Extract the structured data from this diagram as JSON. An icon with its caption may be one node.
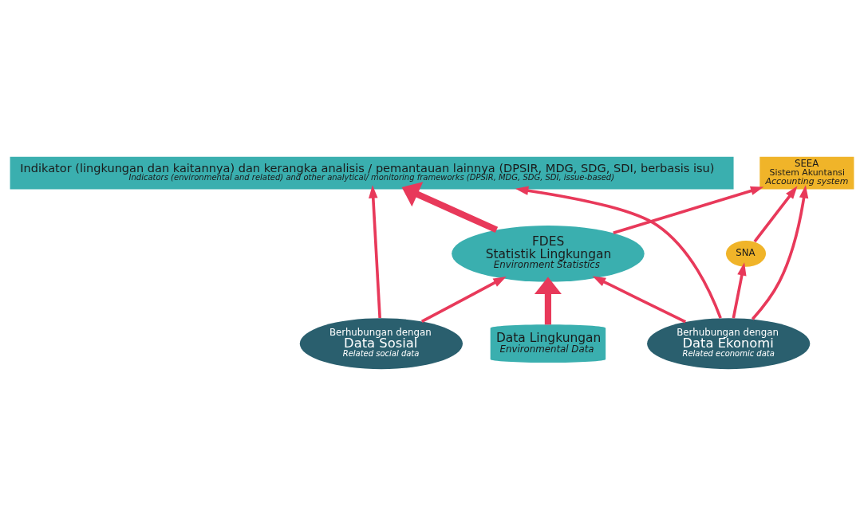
{
  "diagram": {
    "nodes": [
      {
        "text": [
          "Indikator (lingkungan dan kaitannya) dan kerangka analisis / pemantauan lainnya (DPSIR, MDG, SDG, SDI, berbasis isu)",
          "Indicators (environmental and related) and other analytical/ monitoring frameworks (DPSIR, MDG, SDG, SDI, issue-based)"
        ]
      },
      {
        "text": [
          "SEEA",
          "Sistem Akuntansi",
          "Accounting system"
        ]
      },
      {
        "text": [
          "FDES",
          "Statistik Lingkungan",
          "Environment Statistics"
        ]
      },
      {
        "text": [
          "SNA"
        ]
      },
      {
        "text": [
          "Data Lingkungan",
          "Environmental Data"
        ]
      },
      {
        "text": [
          "Berhubungan dengan",
          "Data Sosial",
          "Related social data"
        ]
      },
      {
        "text": [
          "Berhubungan dengan",
          "Data Ekonomi",
          "Related economic data"
        ]
      }
    ],
    "edges": [
      {
        "from": 5,
        "to": 0,
        "arrow": "to"
      },
      {
        "from": 5,
        "to": 2,
        "arrow": "to"
      },
      {
        "from": 4,
        "to": 2,
        "arrow": "to",
        "style": "thick"
      },
      {
        "from": 2,
        "to": 0,
        "arrow": "to",
        "style": "thick"
      },
      {
        "from": 2,
        "to": 1,
        "arrow": "to"
      },
      {
        "from": 6,
        "to": 2,
        "arrow": "to"
      },
      {
        "from": 6,
        "to": 1,
        "arrow": "to"
      },
      {
        "from": 3,
        "to": 1,
        "arrow": "to"
      },
      {
        "from": 6,
        "to": 3,
        "arrow": "to"
      },
      {
        "from": 6,
        "to": 0,
        "arrow": "to"
      }
    ]
  }
}
